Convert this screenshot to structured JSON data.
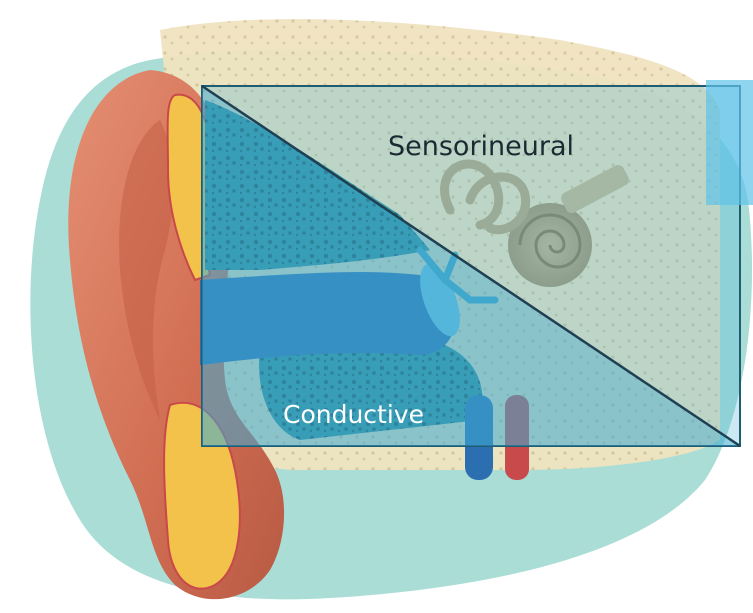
{
  "labels": {
    "sensorineural": "Sensorineural",
    "conductive": "Conductive"
  },
  "colors": {
    "backdrop_blob": "#a9ddd6",
    "overlay_fill": "#4fb6d8",
    "overlay_stroke": "#1f5d74",
    "sensorineural_text": "#1b2a33",
    "conductive_text": "#ffffff",
    "outer_ear": "#d97b5f",
    "cartilage_yellow": "#f2c24a",
    "skull_bone": "#f0e6c8",
    "inner_ear": "#d9c7a0",
    "canal_blue": "#2c6fb0",
    "vessel_red": "#c94a4a"
  },
  "icons": {
    "ear": "ear-anatomy-illustration"
  }
}
